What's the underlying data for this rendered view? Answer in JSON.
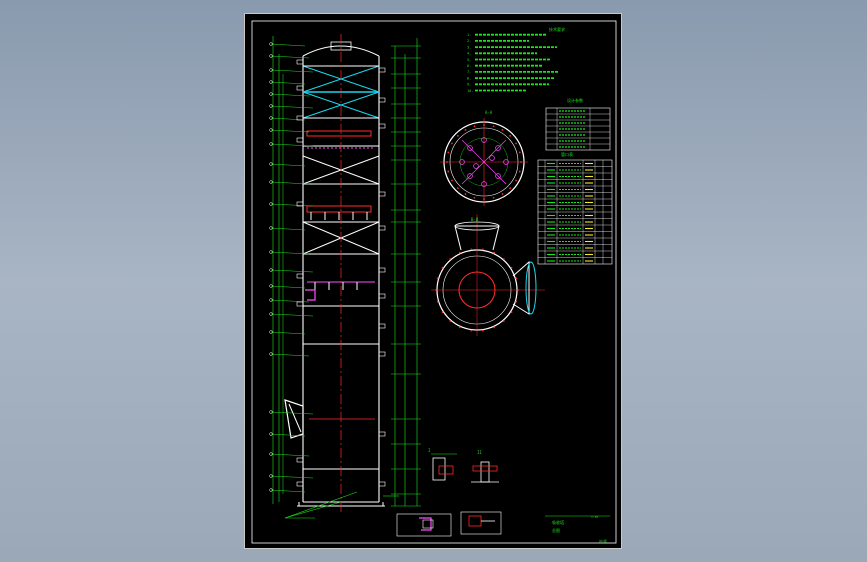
{
  "drawing": {
    "notes_title": "技术要求",
    "notes_lines": [
      "1. ",
      "2. ",
      "3. ",
      "4. ",
      "5. ",
      "6. ",
      "7. ",
      "8. ",
      "9. ",
      "10. "
    ],
    "spec_table_title": "设计参数",
    "bom_table_title": "管口表",
    "title_block": {
      "drawing_name": "吸收塔",
      "drawing_no": "总图",
      "scale": "1:50",
      "sheet": "共1张"
    },
    "sections": [
      "A-A",
      "B-B"
    ],
    "details": [
      "I",
      "II"
    ]
  },
  "colors": {
    "sheet_bg": "#000000",
    "outline": "#ffffff",
    "dimension": "#19e619",
    "centerline": "#ff2a2a",
    "packing": "#18d8f0",
    "nozzle": "#ff4dff"
  }
}
